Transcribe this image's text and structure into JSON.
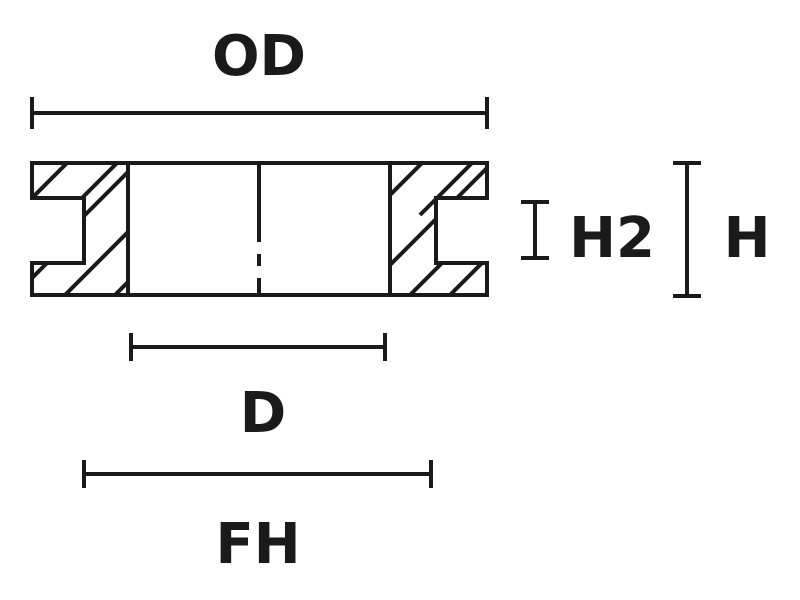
{
  "labels": {
    "od": "OD",
    "d": "D",
    "fh": "FH",
    "h2": "H2",
    "h": "H"
  },
  "colors": {
    "ink": "#1a1a1a",
    "background": "#ffffff"
  }
}
